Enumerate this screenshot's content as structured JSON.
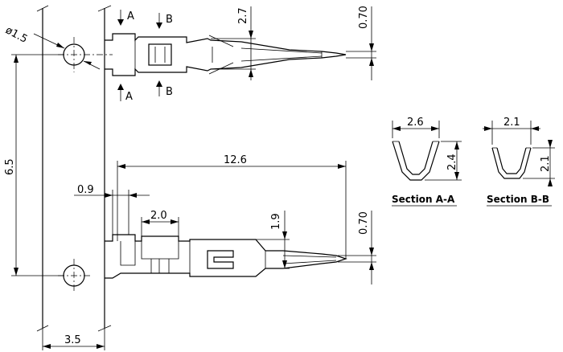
{
  "dimensions": {
    "hole_diameter": "ø1.5",
    "tip_width_top": "2.7",
    "tip_thickness_top": "0.70",
    "pitch": "6.5",
    "overall_length": "12.6",
    "carrier_offset": "0.9",
    "crimp_length": "2.0",
    "contact_height": "1.9",
    "tip_thickness_bottom": "0.70",
    "carrier_width": "3.5"
  },
  "section_markers": {
    "a": "A",
    "b": "B"
  },
  "sections": [
    {
      "title": "Section A-A",
      "width": "2.6",
      "height": "2.4"
    },
    {
      "title": "Section B-B",
      "width": "2.1",
      "height": "2.1"
    }
  ]
}
